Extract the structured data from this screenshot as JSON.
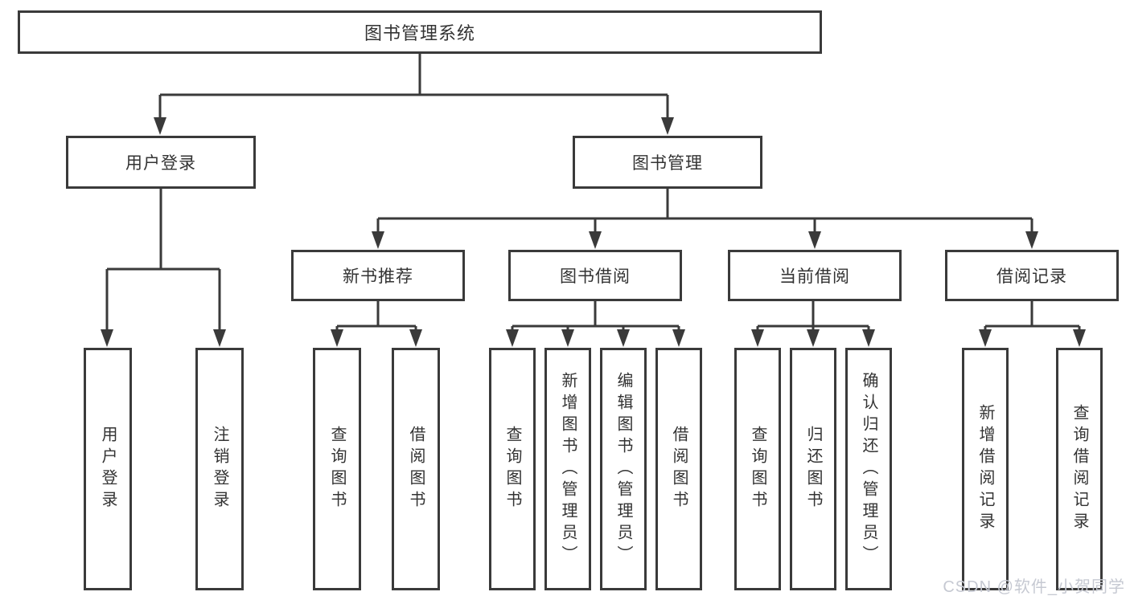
{
  "colors": {
    "line": "#3a3a3a",
    "box_border": "#3a3a3a",
    "text": "#333333",
    "watermark": "#c6c9d2",
    "background": "#ffffff"
  },
  "nodes": {
    "root": {
      "label": "图书管理系统"
    },
    "branches": [
      {
        "id": "user-login",
        "label": "用户登录"
      },
      {
        "id": "book-management",
        "label": "图书管理"
      }
    ],
    "sections": [
      {
        "id": "new-book-recommend",
        "label": "新书推荐"
      },
      {
        "id": "book-borrow",
        "label": "图书借阅"
      },
      {
        "id": "current-borrow",
        "label": "当前借阅"
      },
      {
        "id": "borrow-records",
        "label": "借阅记录"
      }
    ],
    "leaves": [
      {
        "id": "user-login",
        "label": "用户登录"
      },
      {
        "id": "logout",
        "label": "注销登录"
      },
      {
        "id": "query-books-recommend",
        "label": "查询图书"
      },
      {
        "id": "borrow-books-recommend",
        "label": "借阅图书"
      },
      {
        "id": "query-books-borrow",
        "label": "查询图书"
      },
      {
        "id": "add-books-admin",
        "label": "新增图书（管理员）"
      },
      {
        "id": "edit-books-admin",
        "label": "编辑图书（管理员）"
      },
      {
        "id": "borrow-books",
        "label": "借阅图书"
      },
      {
        "id": "query-books-current",
        "label": "查询图书"
      },
      {
        "id": "return-books",
        "label": "归还图书"
      },
      {
        "id": "confirm-return-admin",
        "label": "确认归还（管理员）"
      },
      {
        "id": "add-borrow-record",
        "label": "新增借阅记录"
      },
      {
        "id": "query-borrow-record",
        "label": "查询借阅记录"
      }
    ]
  },
  "watermark": {
    "text": "CSDN @软件_小贺同学"
  }
}
